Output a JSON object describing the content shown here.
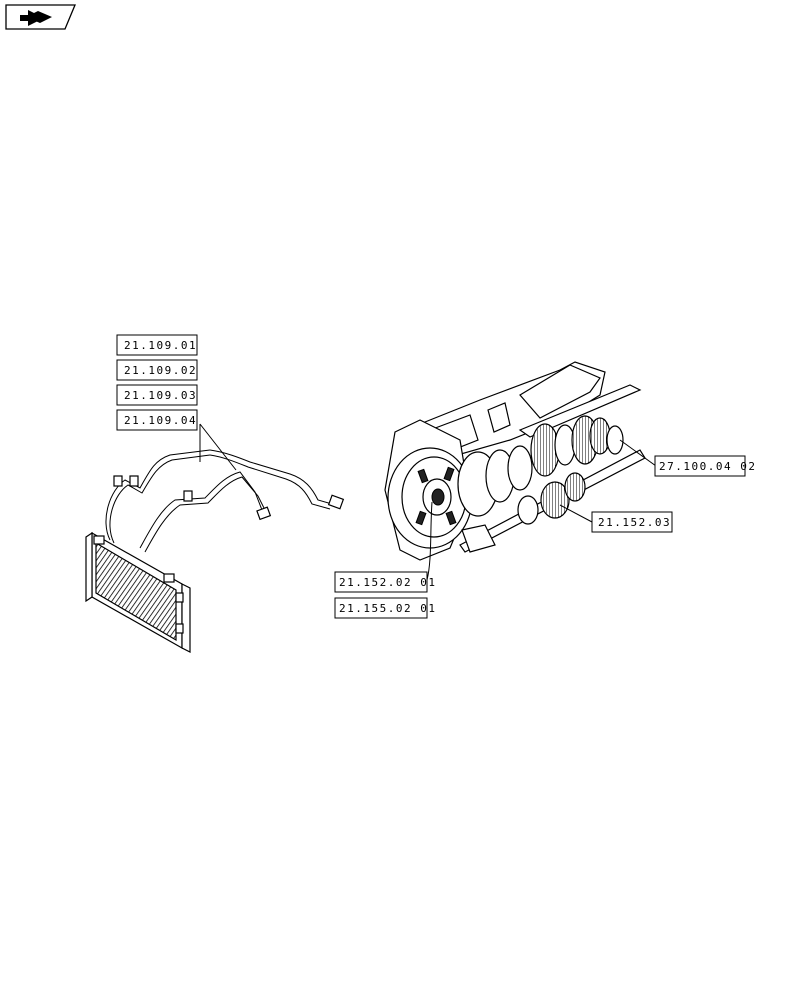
{
  "nav": {
    "icon": "back-arrow-icon"
  },
  "cooler_refs": [
    "21.109.01",
    "21.109.02",
    "21.109.03",
    "21.109.04"
  ],
  "transmission_refs": {
    "pto_shaft": "27.100.04 02",
    "gears": "21.152.03",
    "clutch_1": "21.152.02 01",
    "clutch_2": "21.155.02 01"
  },
  "colors": {
    "line": "#000000",
    "background": "#ffffff"
  }
}
